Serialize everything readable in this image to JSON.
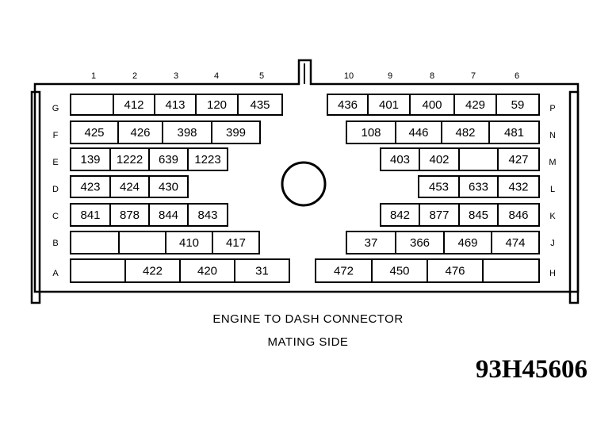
{
  "caption": {
    "line1": "ENGINE TO DASH CONNECTOR",
    "line2": "MATING SIDE"
  },
  "figure_id": "93H45606",
  "columns": {
    "left": [
      "1",
      "2",
      "3",
      "4",
      "5"
    ],
    "right": [
      "10",
      "9",
      "8",
      "7",
      "6"
    ]
  },
  "rows": {
    "left": [
      "G",
      "F",
      "E",
      "D",
      "C",
      "B",
      "A"
    ],
    "right": [
      "P",
      "N",
      "M",
      "L",
      "K",
      "J",
      "H"
    ]
  },
  "cavities": [
    {
      "row": "G",
      "labels": [
        "",
        "412",
        "413",
        "120",
        "435",
        "436",
        "401",
        "400",
        "429",
        "59"
      ]
    },
    {
      "row": "F",
      "labels": [
        "425",
        "426",
        "398",
        "399",
        "108",
        "446",
        "482",
        "481"
      ]
    },
    {
      "row": "E",
      "labels": [
        "139",
        "1222",
        "639",
        "1223",
        "403",
        "402",
        "",
        "427"
      ]
    },
    {
      "row": "D",
      "labels": [
        "423",
        "424",
        "430",
        "453",
        "633",
        "432"
      ]
    },
    {
      "row": "C",
      "labels": [
        "841",
        "878",
        "844",
        "843",
        "842",
        "877",
        "845",
        "846"
      ]
    },
    {
      "row": "B",
      "labels": [
        "",
        "",
        "410",
        "417",
        "37",
        "366",
        "469",
        "474"
      ]
    },
    {
      "row": "A",
      "labels": [
        "",
        "422",
        "420",
        "31",
        "472",
        "450",
        "476",
        ""
      ]
    }
  ]
}
